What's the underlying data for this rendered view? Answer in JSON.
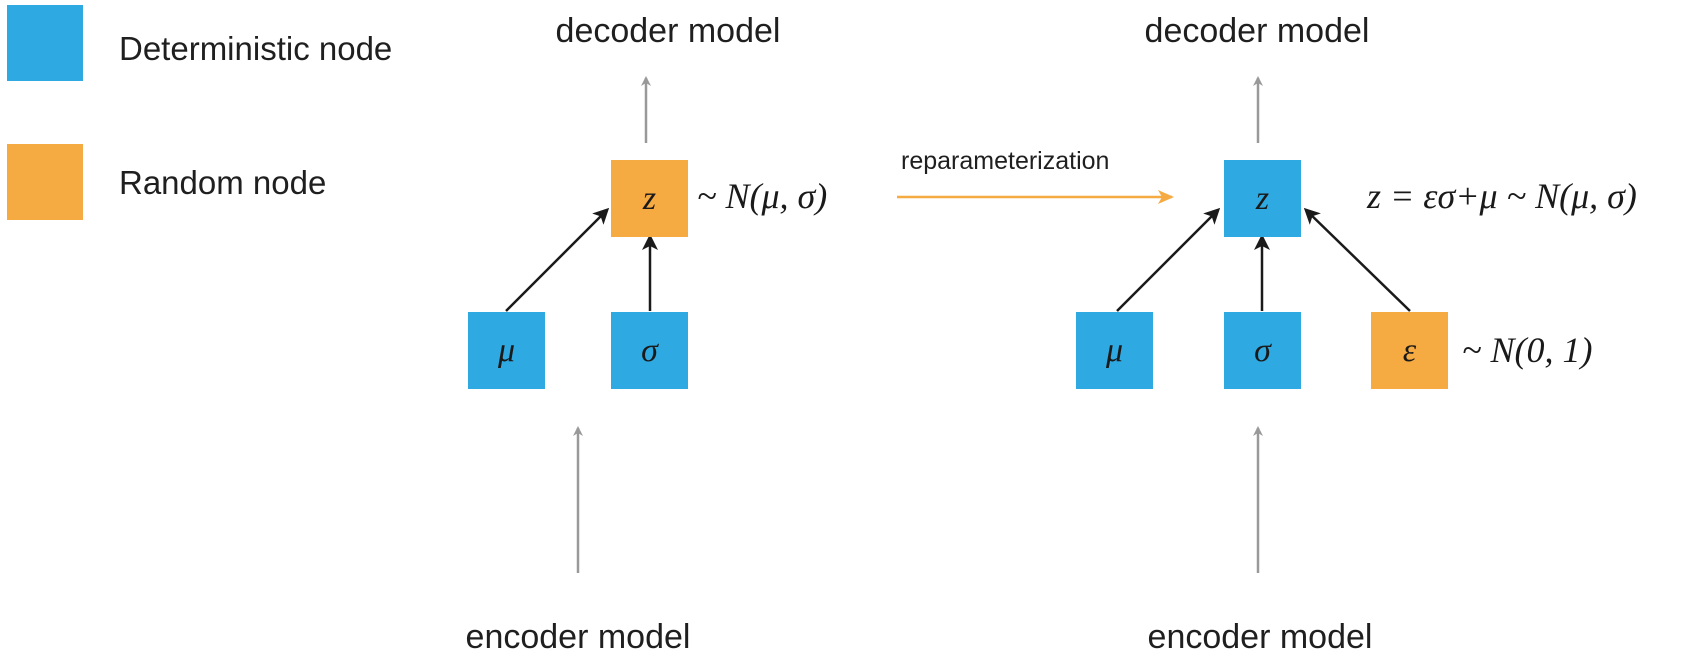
{
  "colors": {
    "deterministic": "#2ea9e1",
    "random": "#f5aa42",
    "flow_arrow": "#999999",
    "edge_arrow": "#1a1a1a",
    "reparam_arrow": "#f5aa42"
  },
  "legend": {
    "deterministic_label": "Deterministic node",
    "random_label": "Random node"
  },
  "left_graph": {
    "decoder_label": "decoder model",
    "encoder_label": "encoder model",
    "nodes": {
      "z": "z",
      "mu": "μ",
      "sigma": "σ"
    },
    "z_distribution": "~ N(μ, σ)"
  },
  "reparameterization_label": "reparameterization",
  "right_graph": {
    "decoder_label": "decoder model",
    "encoder_label": "encoder model",
    "nodes": {
      "z": "z",
      "mu": "μ",
      "sigma": "σ",
      "epsilon": "ε"
    },
    "z_formula": "z = εσ+μ ~ N(μ, σ)",
    "epsilon_distribution": "~ N(0, 1)"
  },
  "icons": {
    "flow_arrow": "arrow-up-icon",
    "edge_arrow": "arrow-diagonal-icon",
    "reparam_arrow": "arrow-right-icon"
  }
}
